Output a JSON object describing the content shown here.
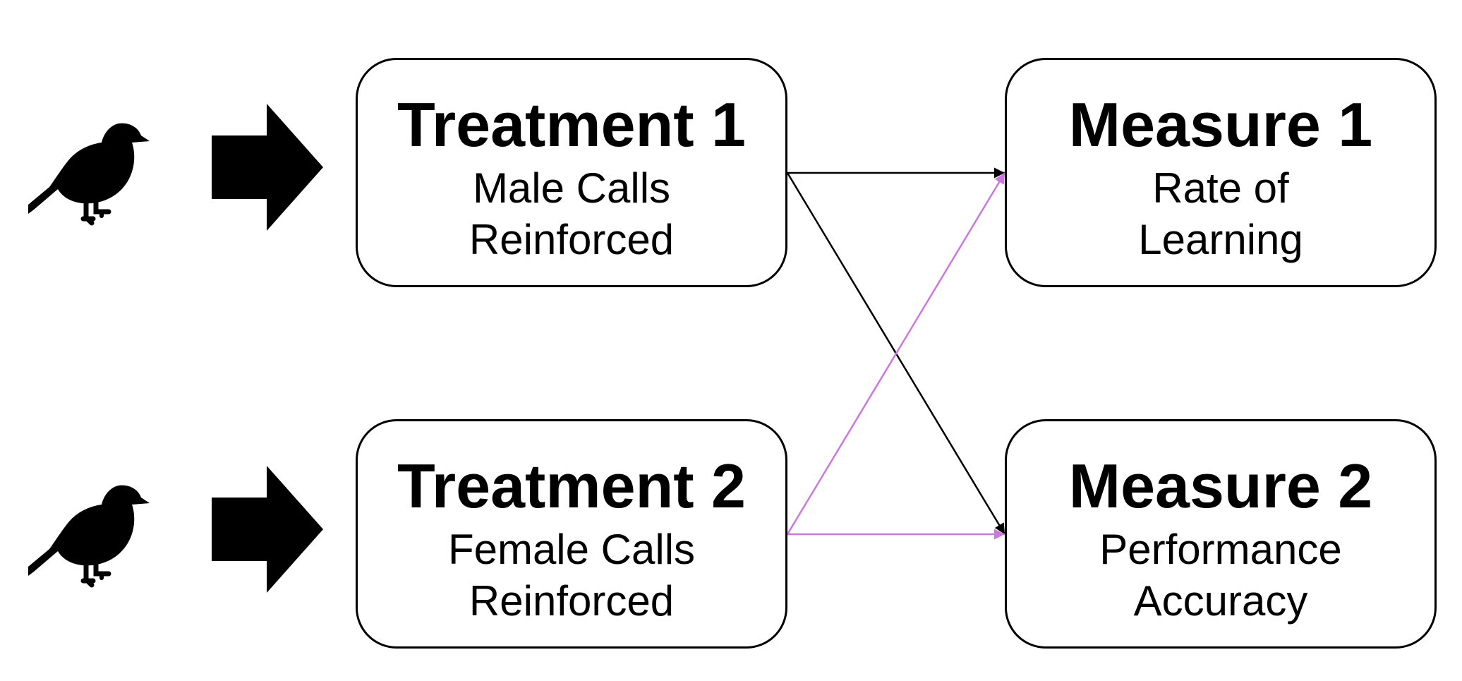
{
  "treatments": [
    {
      "title": "Treatment 1",
      "lines": [
        "Male Calls",
        "Reinforced"
      ]
    },
    {
      "title": "Treatment 2",
      "lines": [
        "Female Calls",
        "Reinforced"
      ]
    }
  ],
  "measures": [
    {
      "title": "Measure 1",
      "lines": [
        "Rate of",
        "Learning"
      ]
    },
    {
      "title": "Measure 2",
      "lines": [
        "Performance",
        "Accuracy"
      ]
    }
  ],
  "icons": {
    "subject": "bird-icon",
    "assignment": "block-arrow-right-icon"
  },
  "colors": {
    "treatment1_links": "#000000",
    "treatment2_links": "#cc77dd"
  }
}
